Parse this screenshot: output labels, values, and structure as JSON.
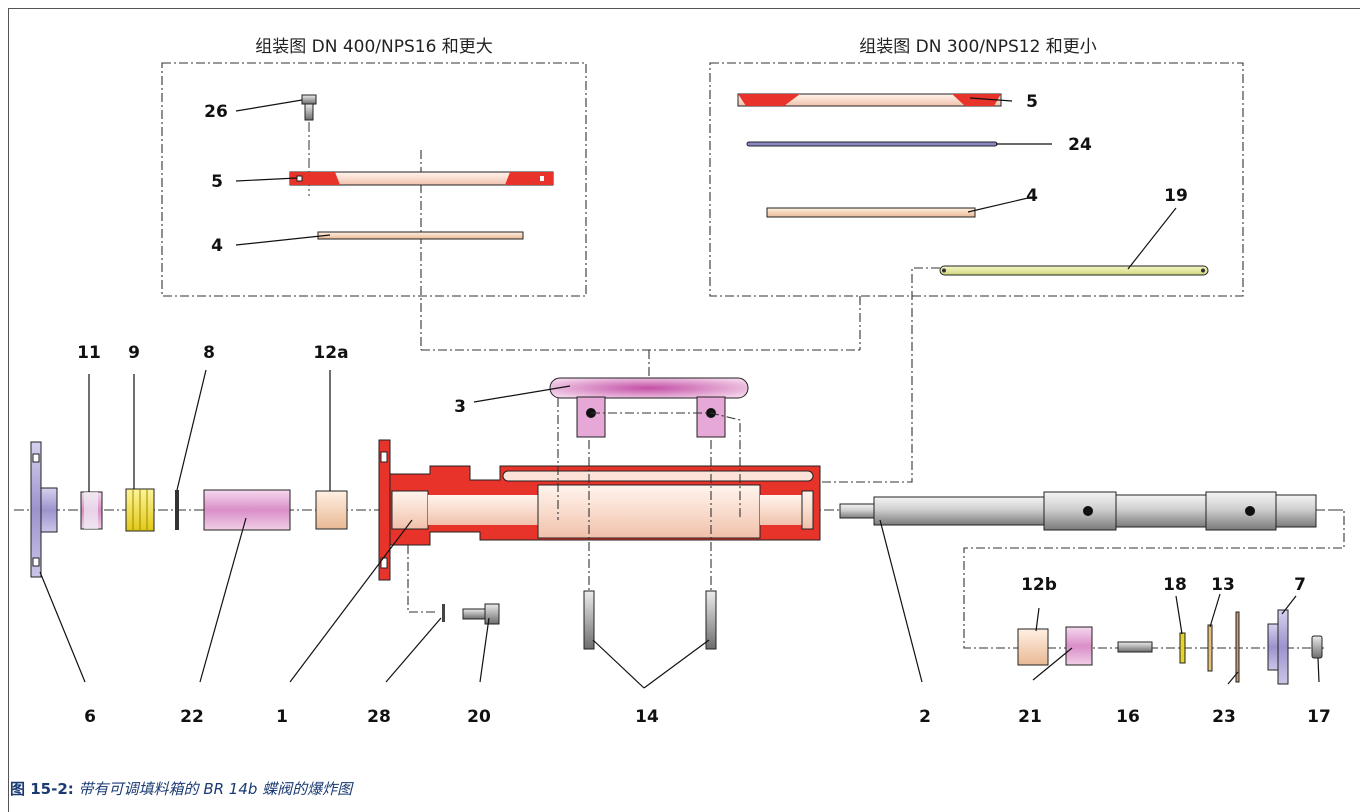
{
  "headers": {
    "left": "组装图 DN 400/NPS16 和更大",
    "right": "组装图 DN 300/NPS12 和更小"
  },
  "labels": {
    "l26": "26",
    "l5a": "5",
    "l4a": "4",
    "l5b": "5",
    "l24": "24",
    "l4b": "4",
    "l19": "19",
    "l11": "11",
    "l9": "9",
    "l8": "8",
    "l12a": "12a",
    "l3": "3",
    "l6": "6",
    "l22": "22",
    "l1": "1",
    "l28": "28",
    "l20": "20",
    "l14": "14",
    "l2": "2",
    "l21": "21",
    "l16": "16",
    "l23": "23",
    "l17": "17",
    "l12b": "12b",
    "l18": "18",
    "l13": "13",
    "l7": "7"
  },
  "caption": {
    "number": "图 15-2:",
    "text": "带有可调填料箱的 BR 14b 蝶阀的爆炸图"
  },
  "colors": {
    "body_red": "#e8332a",
    "body_fill": "#fbe3da",
    "purple": "#a59bd2",
    "yellow": "#f2e23a",
    "disc_pink": "#e6a8d6",
    "seat_tan": "#f2d2b8",
    "shaft_gray": "#c9c9c9"
  }
}
